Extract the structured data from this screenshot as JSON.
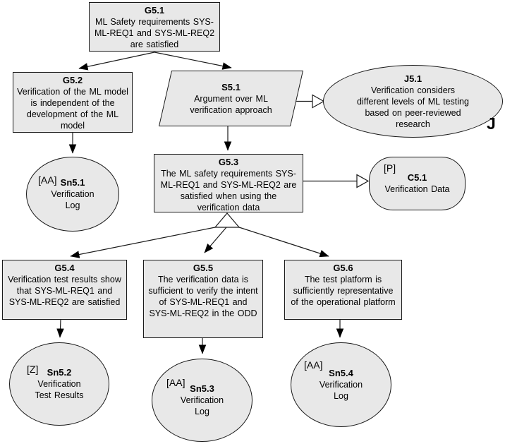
{
  "colors": {
    "background": "#ffffff",
    "node_fill": "#e8e8e8",
    "node_border": "#1a1a1a",
    "arrow": "#000000",
    "text": "#000000"
  },
  "nodes": {
    "g51": {
      "id": "G5.1",
      "text": "ML Safety requirements SYS-ML-REQ1 and SYS-ML-REQ2 are satisfied"
    },
    "g52": {
      "id": "G5.2",
      "text": "Verification of the ML model is independent of the development of the ML model"
    },
    "s51": {
      "id": "S5.1",
      "text": "Argument over ML verification approach"
    },
    "j51": {
      "id": "J5.1",
      "text": "Verification considers different levels of ML testing based on peer-reviewed research",
      "marker": "J"
    },
    "sn51": {
      "id": "Sn5.1",
      "prefix": "[AA]",
      "text": "Verification Log"
    },
    "g53": {
      "id": "G5.3",
      "text": "The ML safety requirements SYS-ML-REQ1 and SYS-ML-REQ2 are satisfied when using the verification data"
    },
    "c51": {
      "id": "C5.1",
      "prefix": "[P]",
      "text": "Verification Data"
    },
    "g54": {
      "id": "G5.4",
      "text": "Verification test results show that SYS-ML-REQ1 and SYS-ML-REQ2 are satisfied"
    },
    "g55": {
      "id": "G5.5",
      "text": "The verification data is sufficient to verify the intent of SYS-ML-REQ1 and SYS-ML-REQ2 in the ODD"
    },
    "g56": {
      "id": "G5.6",
      "text": "The test platform is sufficiently representative of the operational platform"
    },
    "sn52": {
      "id": "Sn5.2",
      "prefix": "[Z]",
      "text": "Verification Test Results"
    },
    "sn53": {
      "id": "Sn5.3",
      "prefix": "[AA]",
      "text": "Verification Log"
    },
    "sn54": {
      "id": "Sn5.4",
      "prefix": "[AA]",
      "text": "Verification Log"
    }
  }
}
